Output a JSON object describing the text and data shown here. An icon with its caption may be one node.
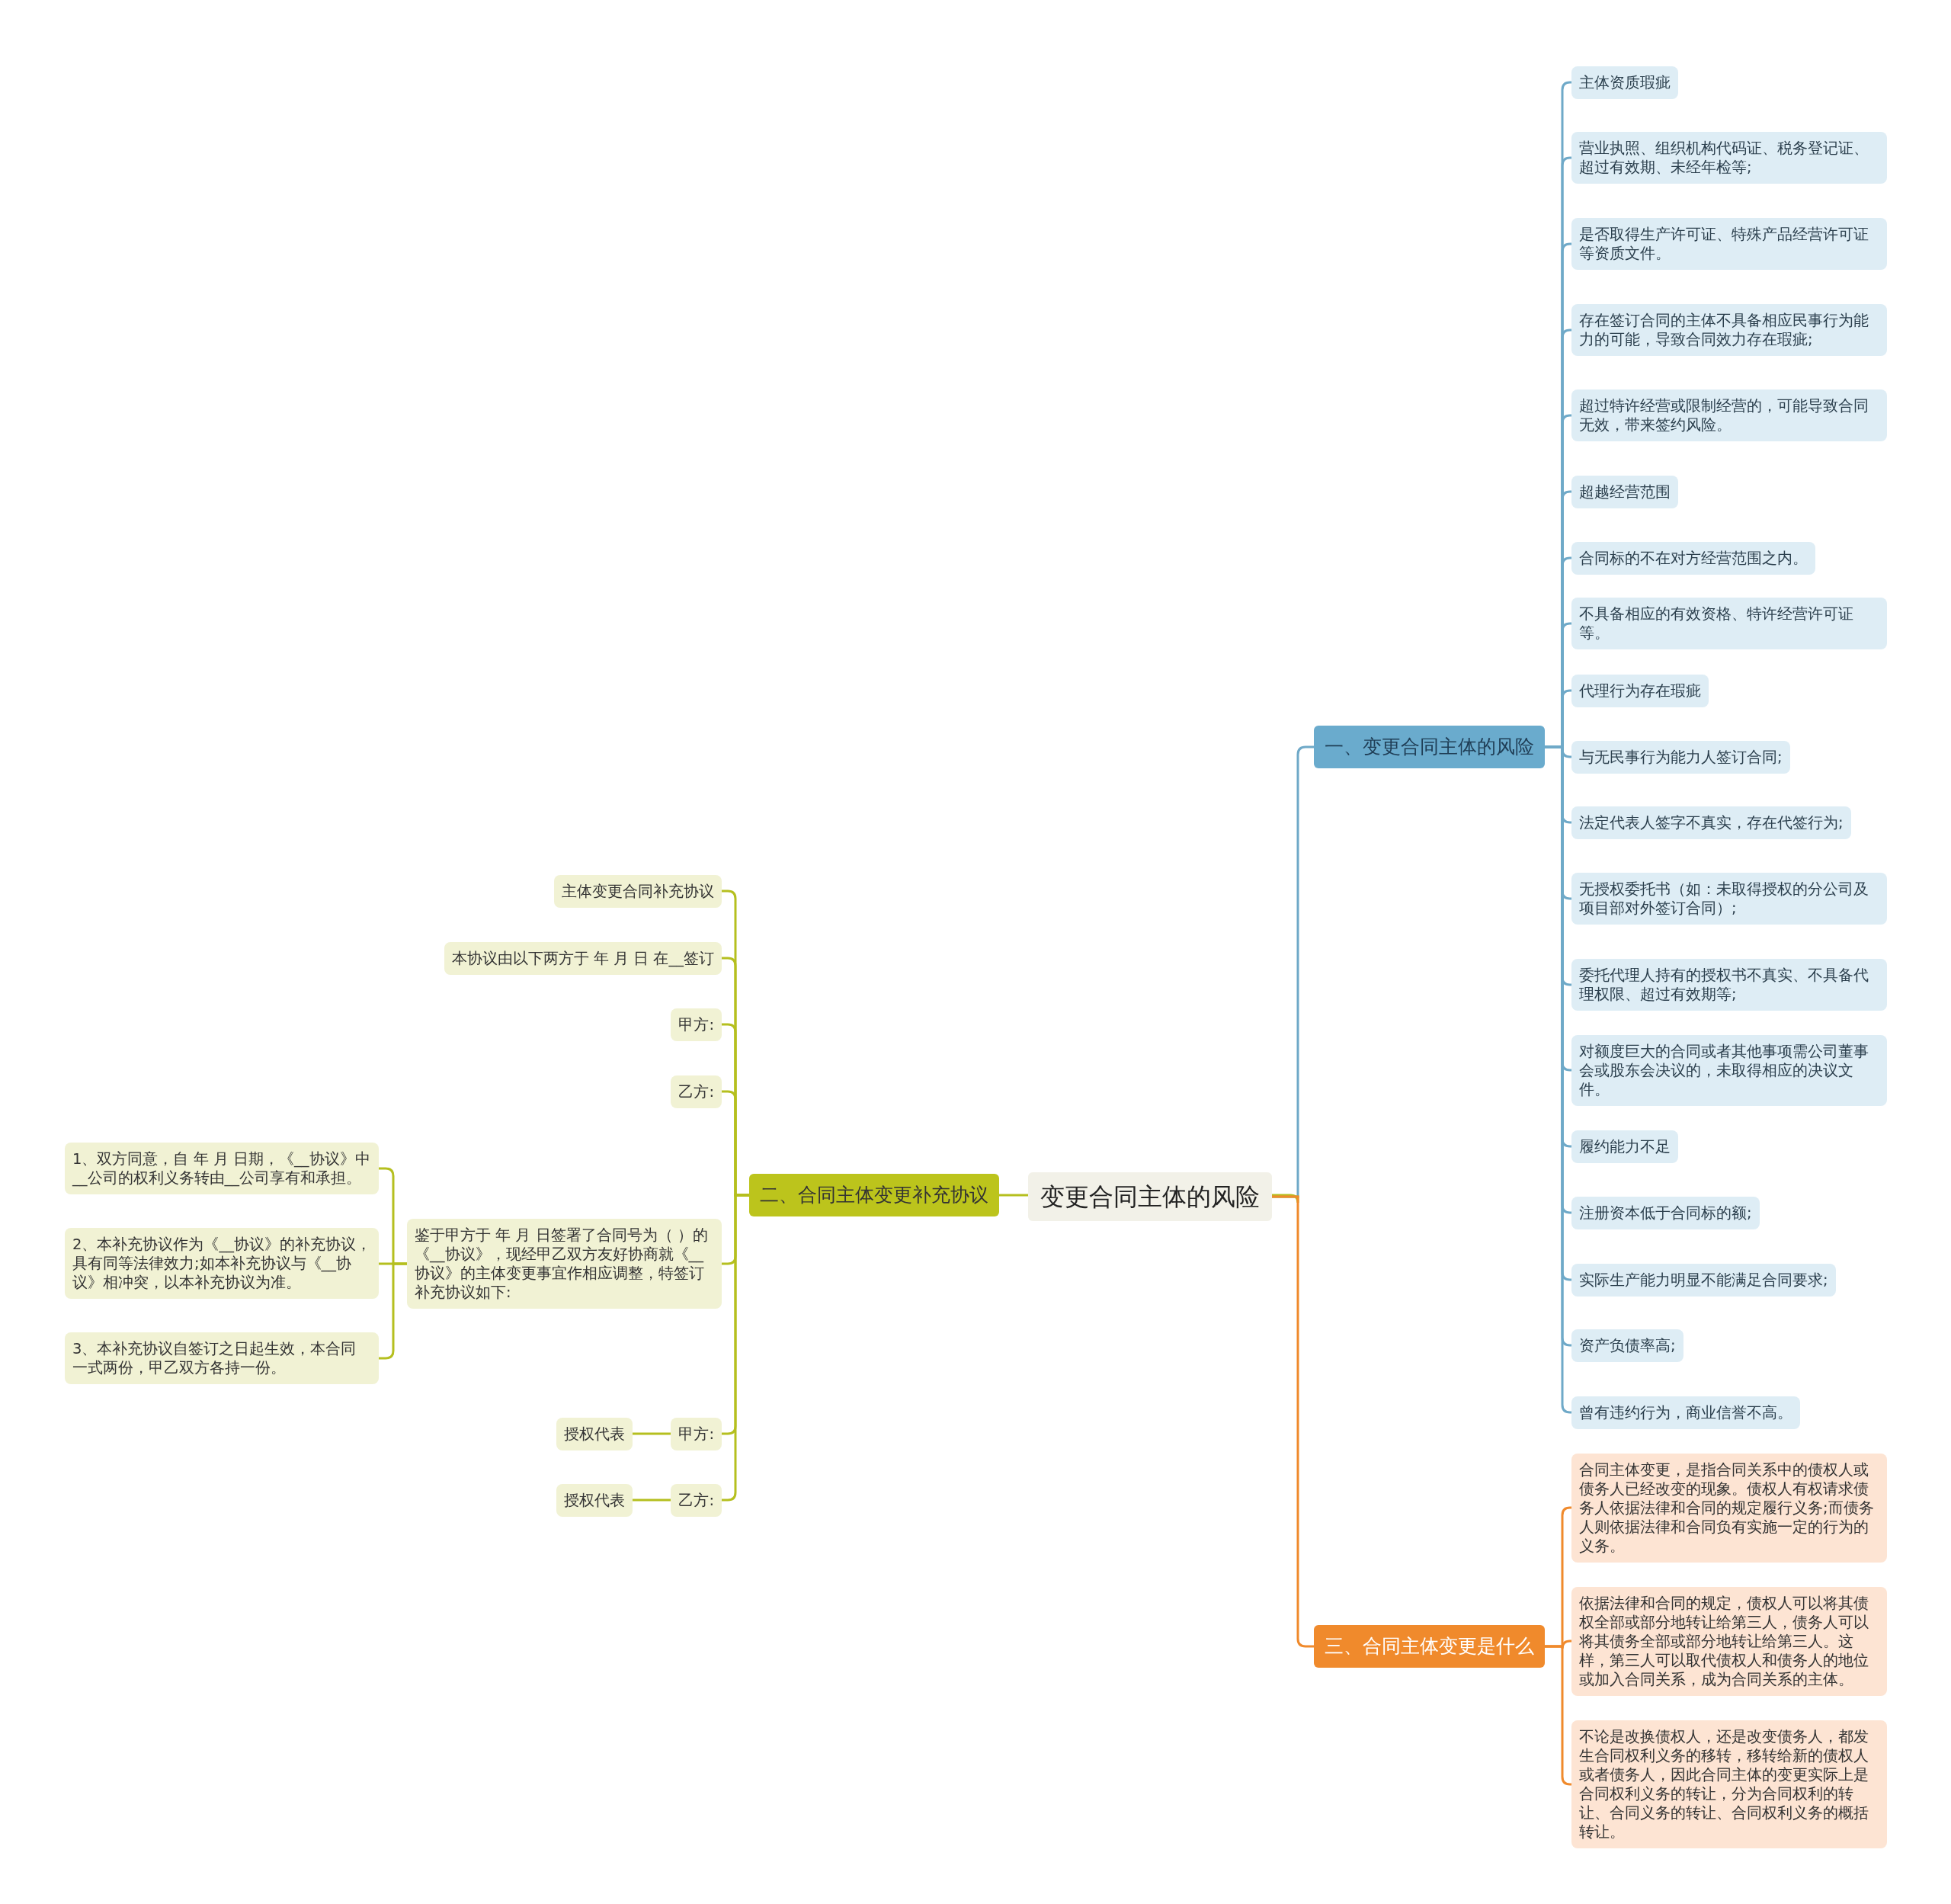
{
  "diagram": {
    "nodes": [
      {
        "text": [
          "变更合同主体的风险"
        ]
      },
      {
        "text": [
          "一、变更合同主体的风险"
        ]
      },
      {
        "text": [
          "主体资质瑕疵"
        ]
      },
      {
        "text": [
          "营业执照、组织机构代码证、税务登记证、超过有效期、未经年检等;"
        ]
      },
      {
        "text": [
          "是否取得生产许可证、特殊产品经营许可证等资质文件。"
        ]
      },
      {
        "text": [
          "存在签订合同的主体不具备相应民事行为能力的可能，导致合同效力存在瑕疵;"
        ]
      },
      {
        "text": [
          "超过特许经营或限制经营的，可能导致合同无效，带来签约风险。"
        ]
      },
      {
        "text": [
          "超越经营范围"
        ]
      },
      {
        "text": [
          "合同标的不在对方经营范围之内。"
        ]
      },
      {
        "text": [
          "不具备相应的有效资格、特许经营许可证等。"
        ]
      },
      {
        "text": [
          "代理行为存在瑕疵"
        ]
      },
      {
        "text": [
          "与无民事行为能力人签订合同;"
        ]
      },
      {
        "text": [
          "法定代表人签字不真实，存在代签行为;"
        ]
      },
      {
        "text": [
          "无授权委托书（如：未取得授权的分公司及项目部对外签订合同）;"
        ]
      },
      {
        "text": [
          "委托代理人持有的授权书不真实、不具备代理权限、超过有效期等;"
        ]
      },
      {
        "text": [
          "对额度巨大的合同或者其他事项需公司董事会或股东会决议的，未取得相应的决议文件。"
        ]
      },
      {
        "text": [
          "履约能力不足"
        ]
      },
      {
        "text": [
          "注册资本低于合同标的额;"
        ]
      },
      {
        "text": [
          "实际生产能力明显不能满足合同要求;"
        ]
      },
      {
        "text": [
          "资产负债率高;"
        ]
      },
      {
        "text": [
          "曾有违约行为，商业信誉不高。"
        ]
      },
      {
        "text": [
          "二、合同主体变更补充协议"
        ]
      },
      {
        "text": [
          "主体变更合同补充协议"
        ]
      },
      {
        "text": [
          "本协议由以下两方于 年 月 日 在__签订"
        ]
      },
      {
        "text": [
          "甲方:"
        ]
      },
      {
        "text": [
          "乙方:"
        ]
      },
      {
        "text": [
          "鉴于甲方于 年 月 日签署了合同号为（ ）的《__协议》，现经甲乙双方友好协商就《__协议》的主体变更事宜作相应调整，特签订补充协议如下:"
        ]
      },
      {
        "text": [
          "甲方:"
        ]
      },
      {
        "text": [
          "乙方:"
        ]
      },
      {
        "text": [
          "1、双方同意，自 年 月 日期，《__协议》中__公司的权利义务转由__公司享有和承担。"
        ]
      },
      {
        "text": [
          "2、本补充协议作为《__协议》的补充协议，具有同等法律效力;如本补充协议与《__协议》相冲突，以本补充协议为准。"
        ]
      },
      {
        "text": [
          "3、本补充协议自签订之日起生效，本合同一式两份，甲乙双方各持一份。"
        ]
      },
      {
        "text": [
          "授权代表"
        ]
      },
      {
        "text": [
          "授权代表"
        ]
      },
      {
        "text": [
          "三、合同主体变更是什么"
        ]
      },
      {
        "text": [
          "合同主体变更，是指合同关系中的债权人或债务人已经改变的现象。债权人有权请求债务人依据法律和合同的规定履行义务;而债务人则依据法律和合同负有实施一定的行为的义务。"
        ]
      },
      {
        "text": [
          "依据法律和合同的规定，债权人可以将其债权全部或部分地转让给第三人，债务人可以将其债务全部或部分地转让给第三人。这样，第三人可以取代债权人和债务人的地位或加入合同关系，成为合同关系的主体。"
        ]
      },
      {
        "text": [
          "不论是改换债权人，还是改变债务人，都发生合同权利义务的移转，移转给新的债权人或者债务人，因此合同主体的变更实际上是合同权利义务的转让，分为合同权利的转让、合同义务的转让、合同权利义务的概括转让。"
        ]
      }
    ],
    "edges": [
      {
        "from": 0,
        "to": 1,
        "arrow": "none"
      },
      {
        "from": 1,
        "to": 2,
        "arrow": "none"
      },
      {
        "from": 1,
        "to": 3,
        "arrow": "none"
      },
      {
        "from": 1,
        "to": 4,
        "arrow": "none"
      },
      {
        "from": 1,
        "to": 5,
        "arrow": "none"
      },
      {
        "from": 1,
        "to": 6,
        "arrow": "none"
      },
      {
        "from": 1,
        "to": 7,
        "arrow": "none"
      },
      {
        "from": 1,
        "to": 8,
        "arrow": "none"
      },
      {
        "from": 1,
        "to": 9,
        "arrow": "none"
      },
      {
        "from": 1,
        "to": 10,
        "arrow": "none"
      },
      {
        "from": 1,
        "to": 11,
        "arrow": "none"
      },
      {
        "from": 1,
        "to": 12,
        "arrow": "none"
      },
      {
        "from": 1,
        "to": 13,
        "arrow": "none"
      },
      {
        "from": 1,
        "to": 14,
        "arrow": "none"
      },
      {
        "from": 1,
        "to": 15,
        "arrow": "none"
      },
      {
        "from": 1,
        "to": 16,
        "arrow": "none"
      },
      {
        "from": 1,
        "to": 17,
        "arrow": "none"
      },
      {
        "from": 1,
        "to": 18,
        "arrow": "none"
      },
      {
        "from": 1,
        "to": 19,
        "arrow": "none"
      },
      {
        "from": 1,
        "to": 20,
        "arrow": "none"
      },
      {
        "from": 0,
        "to": 21,
        "arrow": "none",
        "color": "#b5bf1f"
      },
      {
        "from": 21,
        "to": 22,
        "arrow": "none",
        "color": "#b5bf1f"
      },
      {
        "from": 21,
        "to": 23,
        "arrow": "none",
        "color": "#b5bf1f"
      },
      {
        "from": 21,
        "to": 24,
        "arrow": "none",
        "color": "#b5bf1f"
      },
      {
        "from": 21,
        "to": 25,
        "arrow": "none",
        "color": "#b5bf1f"
      },
      {
        "from": 21,
        "to": 26,
        "arrow": "none",
        "color": "#b5bf1f"
      },
      {
        "from": 21,
        "to": 27,
        "arrow": "none",
        "color": "#b5bf1f"
      },
      {
        "from": 21,
        "to": 28,
        "arrow": "none",
        "color": "#b5bf1f"
      },
      {
        "from": 26,
        "to": 29,
        "arrow": "none",
        "color": "#b5bf1f"
      },
      {
        "from": 26,
        "to": 30,
        "arrow": "none",
        "color": "#b5bf1f"
      },
      {
        "from": 26,
        "to": 31,
        "arrow": "none",
        "color": "#b5bf1f"
      },
      {
        "from": 27,
        "to": 32,
        "arrow": "none",
        "color": "#b5bf1f"
      },
      {
        "from": 28,
        "to": 33,
        "arrow": "none",
        "color": "#b5bf1f"
      },
      {
        "from": 0,
        "to": 34,
        "arrow": "none",
        "color": "#f08a2c"
      },
      {
        "from": 34,
        "to": 35,
        "arrow": "none",
        "color": "#f08a2c"
      },
      {
        "from": 34,
        "to": 36,
        "arrow": "none",
        "color": "#f08a2c"
      },
      {
        "from": 34,
        "to": 37,
        "arrow": "none",
        "color": "#f08a2c"
      }
    ]
  }
}
